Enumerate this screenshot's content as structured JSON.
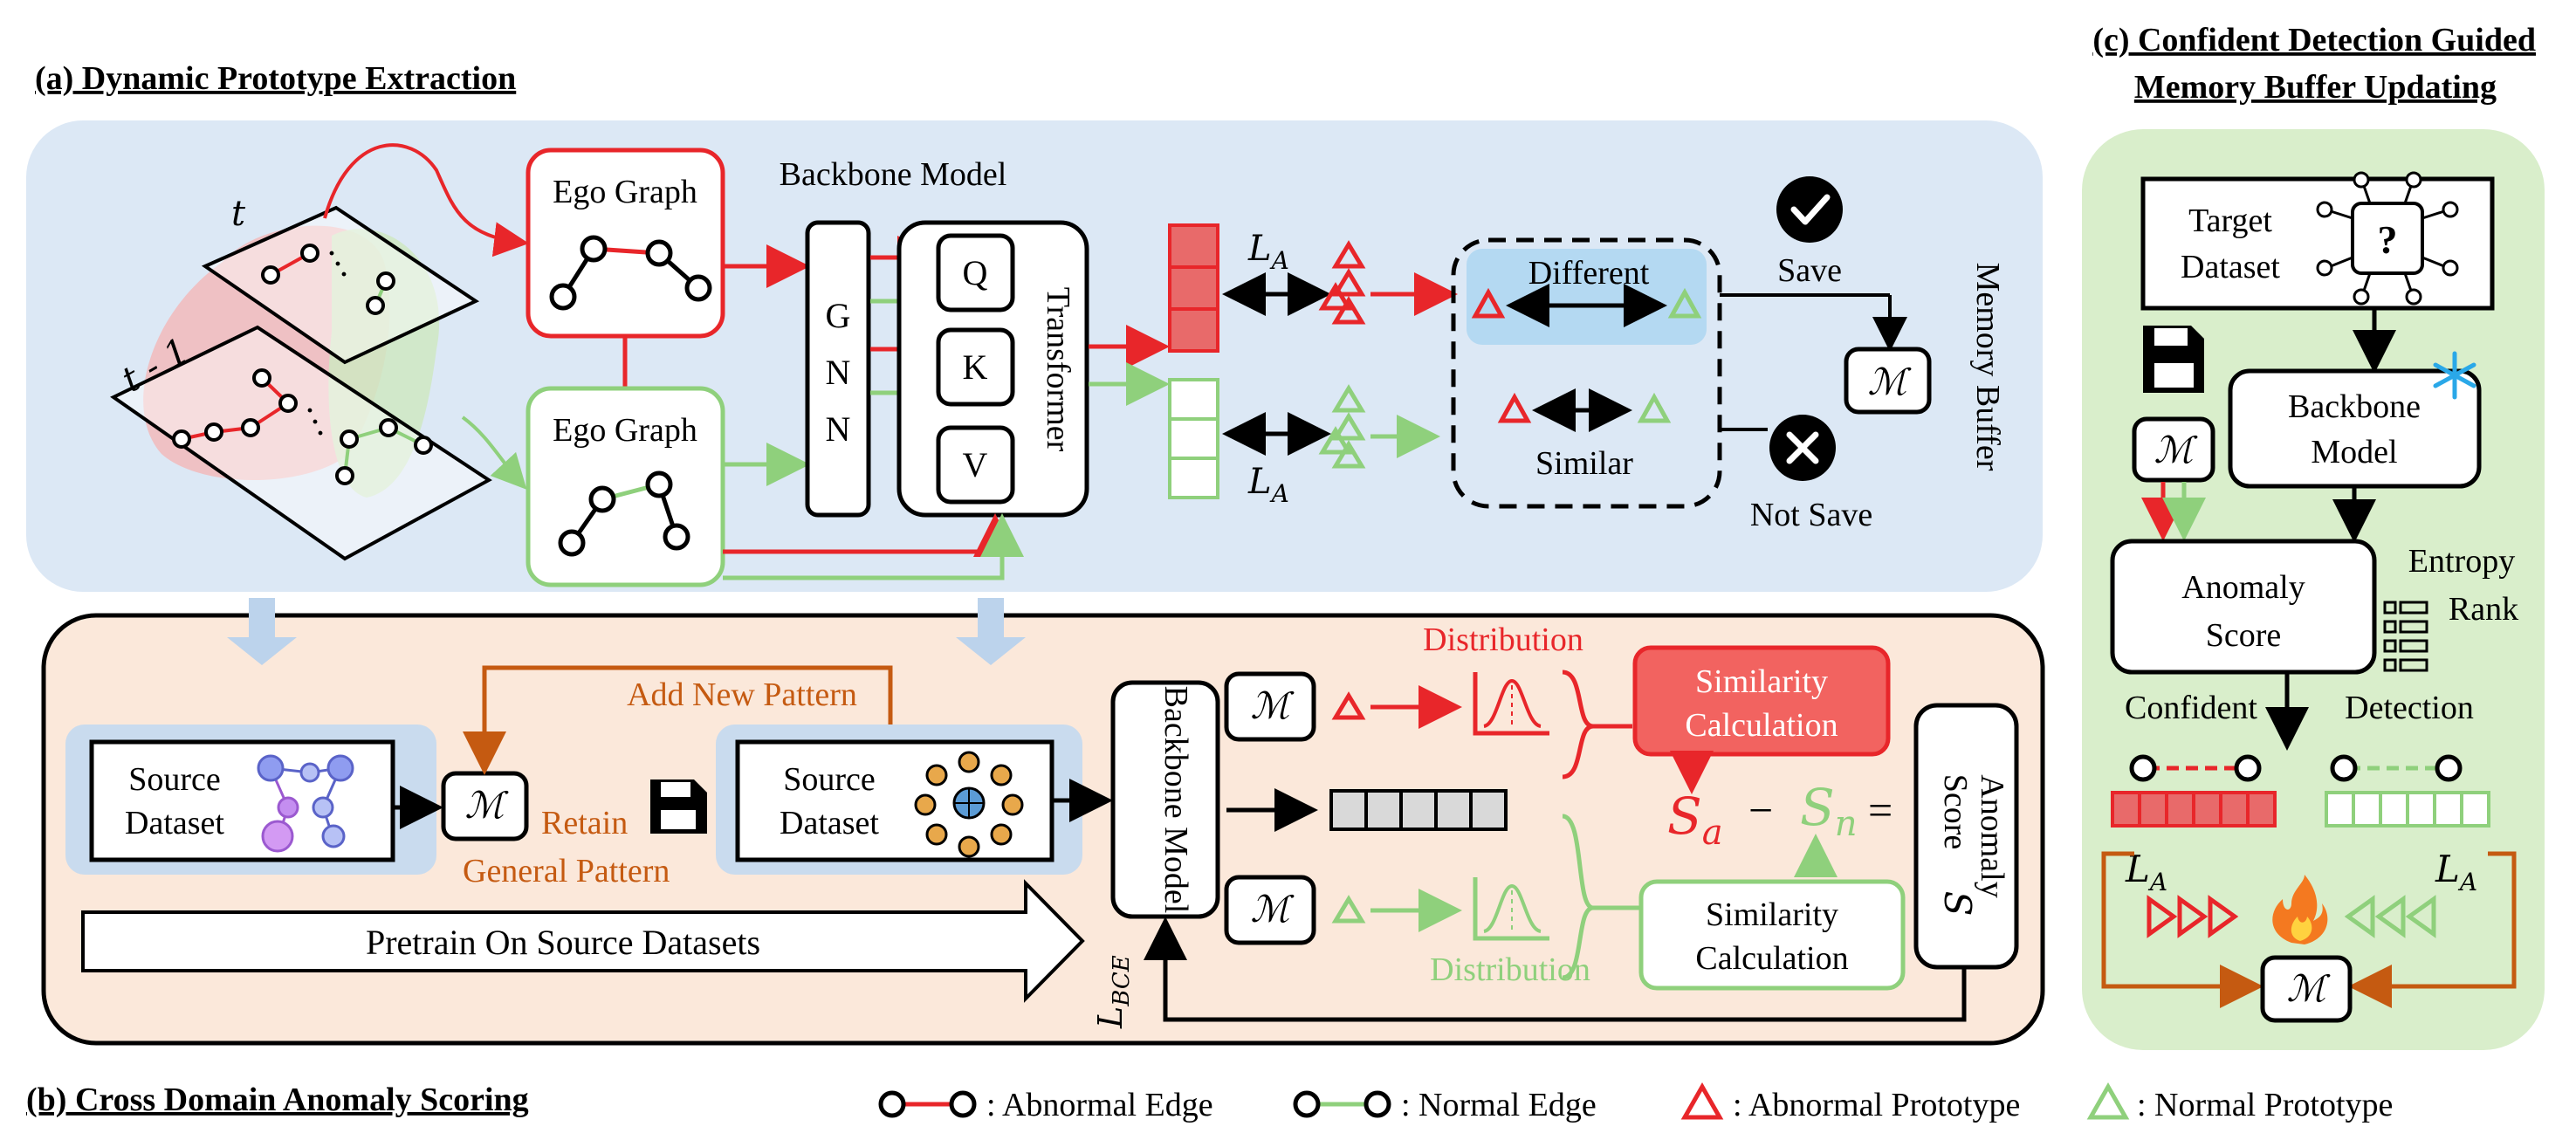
{
  "section_titles": {
    "a": "(a) Dynamic Prototype Extraction",
    "b": "(b) Cross Domain Anomaly Scoring",
    "c_line1": "(c) Confident Detection Guided",
    "c_line2": "Memory Buffer Updating"
  },
  "panel_a": {
    "time_t": "t",
    "time_t_minus_1": "t - 1",
    "ego_graph_top": "Ego Graph",
    "ego_graph_bottom": "Ego Graph",
    "backbone_model": "Backbone Model",
    "gnn": [
      "G",
      "N",
      "N"
    ],
    "q": "Q",
    "k": "K",
    "v": "V",
    "transformer": "Transformer",
    "la_top": "L",
    "la_top_sub": "A",
    "la_bottom": "L",
    "la_bottom_sub": "A",
    "different": "Different",
    "similar": "Similar",
    "save": "Save",
    "not_save": "Not Save",
    "memory_symbol": "ℳ",
    "memory_buffer": "Memory Buffer"
  },
  "panel_b": {
    "source_dataset_1_l1": "Source",
    "source_dataset_1_l2": "Dataset",
    "memory_symbol": "ℳ",
    "add_new_pattern": "Add New Pattern",
    "retain": "Retain",
    "general_pattern": "General Pattern",
    "source_dataset_2_l1": "Source",
    "source_dataset_2_l2": "Dataset",
    "pretrain": "Pretrain On Source Datasets",
    "backbone_model": "Backbone Model",
    "l_bce": "L",
    "l_bce_sub": "BCE",
    "distribution_top": "Distribution",
    "distribution_bottom": "Distribution",
    "similarity_calc_top_l1": "Similarity",
    "similarity_calc_top_l2": "Calculation",
    "similarity_calc_bottom_l1": "Similarity",
    "similarity_calc_bottom_l2": "Calculation",
    "s_a": "S",
    "s_a_sub": "a",
    "minus": "−",
    "s_n": "S",
    "s_n_sub": "n",
    "equals": "=",
    "anomaly_score_l1": "Anomaly",
    "anomaly_score_l2": "Score",
    "anomaly_score_s": "S"
  },
  "panel_c": {
    "target_dataset_l1": "Target",
    "target_dataset_l2": "Dataset",
    "backbone_l1": "Backbone",
    "backbone_l2": "Model",
    "memory_symbol": "ℳ",
    "anomaly_score_l1": "Anomaly",
    "anomaly_score_l2": "Score",
    "entropy": "Entropy",
    "rank": "Rank",
    "confident": "Confident",
    "detection": "Detection",
    "la_left": "L",
    "la_left_sub": "A",
    "la_right": "L",
    "la_right_sub": "A",
    "memory_bottom": "ℳ"
  },
  "legend": {
    "abnormal_edge": ": Abnormal Edge",
    "normal_edge": ": Normal Edge",
    "abnormal_prototype": ": Abnormal Prototype",
    "normal_prototype": ": Normal Prototype"
  },
  "colors": {
    "panel_a_bg": "#dce8f5",
    "panel_b_bg": "#fbe8da",
    "panel_c_bg": "#d9eecb",
    "abnormal": "#e8262a",
    "normal": "#8fd07c",
    "pattern": "#c55a11",
    "memory_fill": "#e86a6a",
    "grey_cell": "#d9d9d9"
  }
}
